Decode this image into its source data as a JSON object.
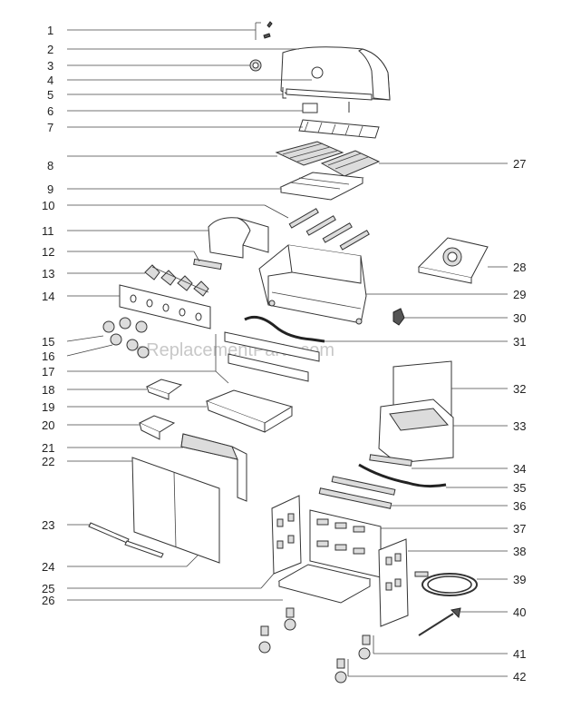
{
  "watermark": "eReplacementParts.com",
  "callouts_left": [
    "1",
    "2",
    "3",
    "4",
    "5",
    "6",
    "7",
    "8",
    "9",
    "10",
    "11",
    "12",
    "13",
    "14",
    "15",
    "16",
    "17",
    "18",
    "19",
    "20",
    "21",
    "22",
    "23",
    "24",
    "25",
    "26"
  ],
  "callouts_right": [
    "27",
    "28",
    "29",
    "30",
    "31",
    "32",
    "33",
    "34",
    "35",
    "36",
    "37",
    "38",
    "39",
    "40",
    "41",
    "42"
  ]
}
